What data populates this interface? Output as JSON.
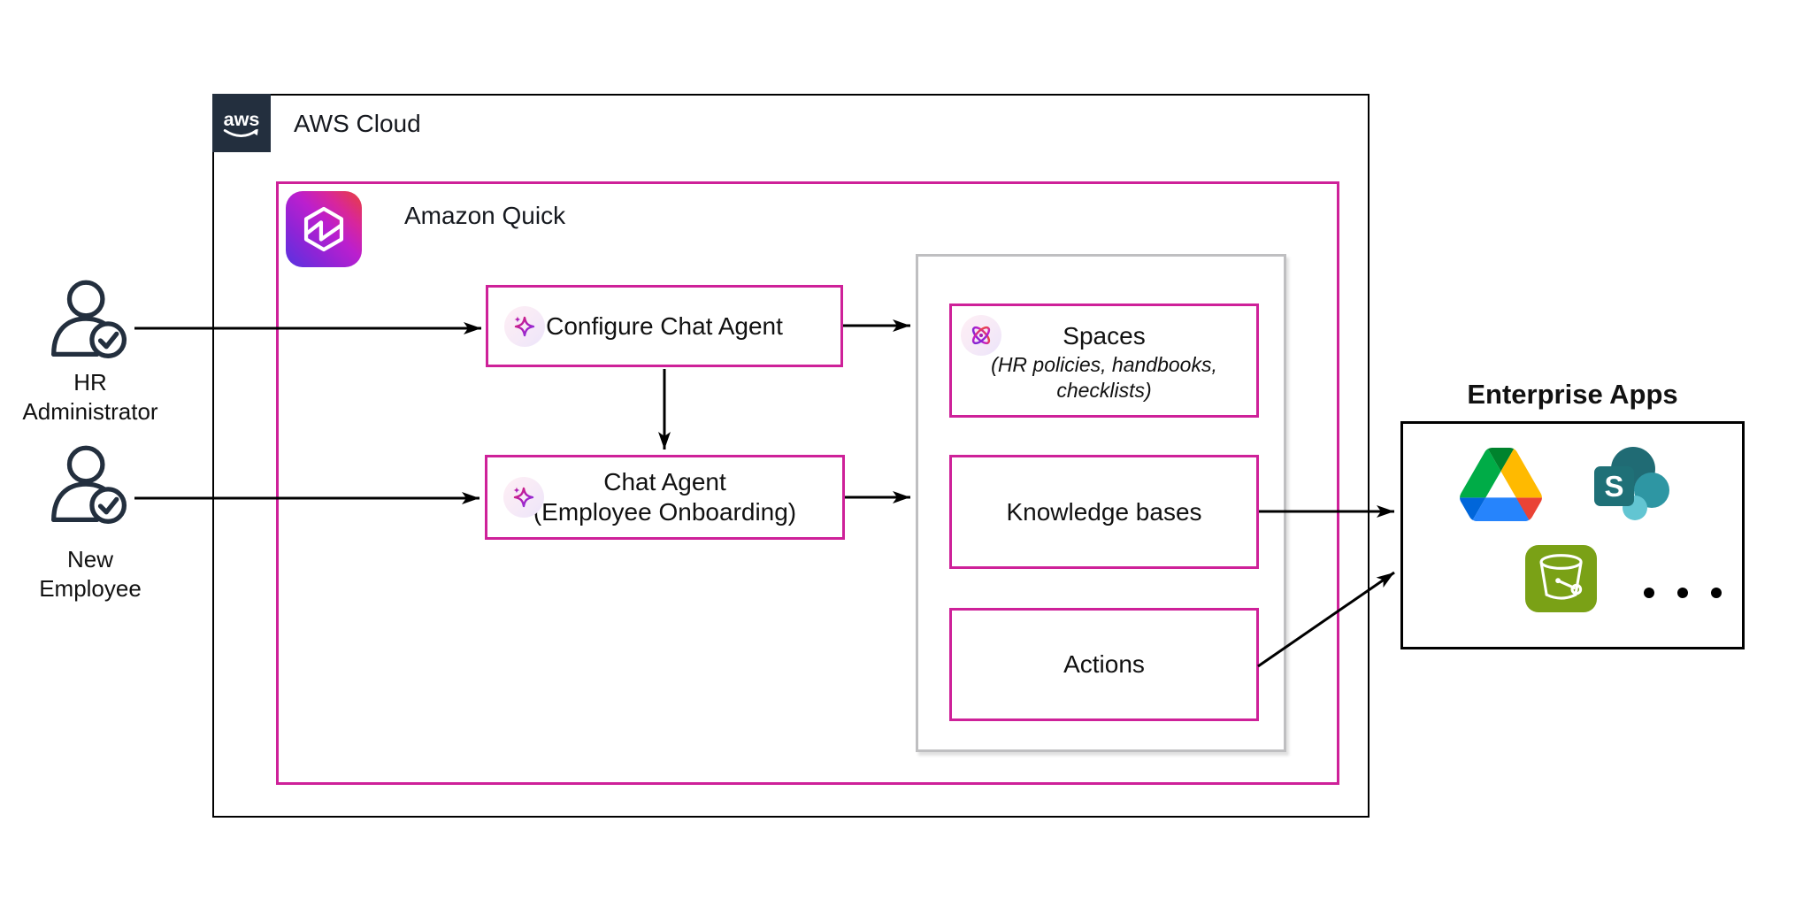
{
  "colors": {
    "pink_accent": "#CE2199",
    "aws_dark_navy": "#232F3E",
    "gray_group_border": "#BFBFC1",
    "s3_green": "#7AA116",
    "arrow_black": "#000000"
  },
  "aws_cloud": {
    "logo_text": "aws",
    "label": "AWS Cloud"
  },
  "amazon_quick": {
    "label": "Amazon Quick"
  },
  "actors": [
    {
      "line1": "HR",
      "line2": "Administrator"
    },
    {
      "line1": "New",
      "line2": "Employee"
    }
  ],
  "nodes": {
    "configure_chat_agent": {
      "label": "Configure Chat Agent"
    },
    "chat_agent": {
      "line1": "Chat Agent",
      "line2": "(Employee Onboarding)"
    },
    "spaces": {
      "title": "Spaces",
      "subtitle_line1": "(HR policies, handbooks,",
      "subtitle_line2": "checklists)"
    },
    "knowledge_bases": {
      "label": "Knowledge bases"
    },
    "actions": {
      "label": "Actions"
    }
  },
  "enterprise_apps": {
    "title": "Enterprise Apps",
    "sharepoint_letter": "S",
    "icons": [
      "google-drive-icon",
      "sharepoint-icon",
      "s3-bucket-icon",
      "ellipsis-icon"
    ]
  }
}
